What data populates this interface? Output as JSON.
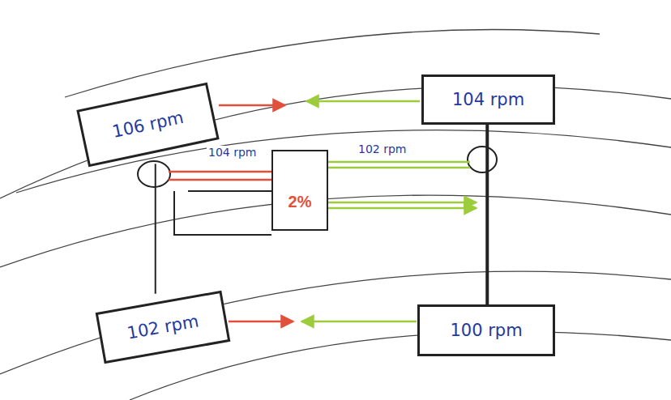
{
  "diagram": {
    "nodes": [
      {
        "text": [
          "106 rpm"
        ]
      },
      {
        "text": [
          "104 rpm"
        ]
      },
      {
        "text": [
          "2%"
        ]
      },
      {
        "text": [
          "102 rpm"
        ]
      },
      {
        "text": [
          "100 rpm"
        ]
      }
    ],
    "edges": [
      {
        "from": 0,
        "to": 3,
        "arrow": "none"
      },
      {
        "from": 1,
        "to": 4,
        "arrow": "none"
      }
    ],
    "labels": [
      "104 rpm",
      "102 rpm"
    ]
  }
}
